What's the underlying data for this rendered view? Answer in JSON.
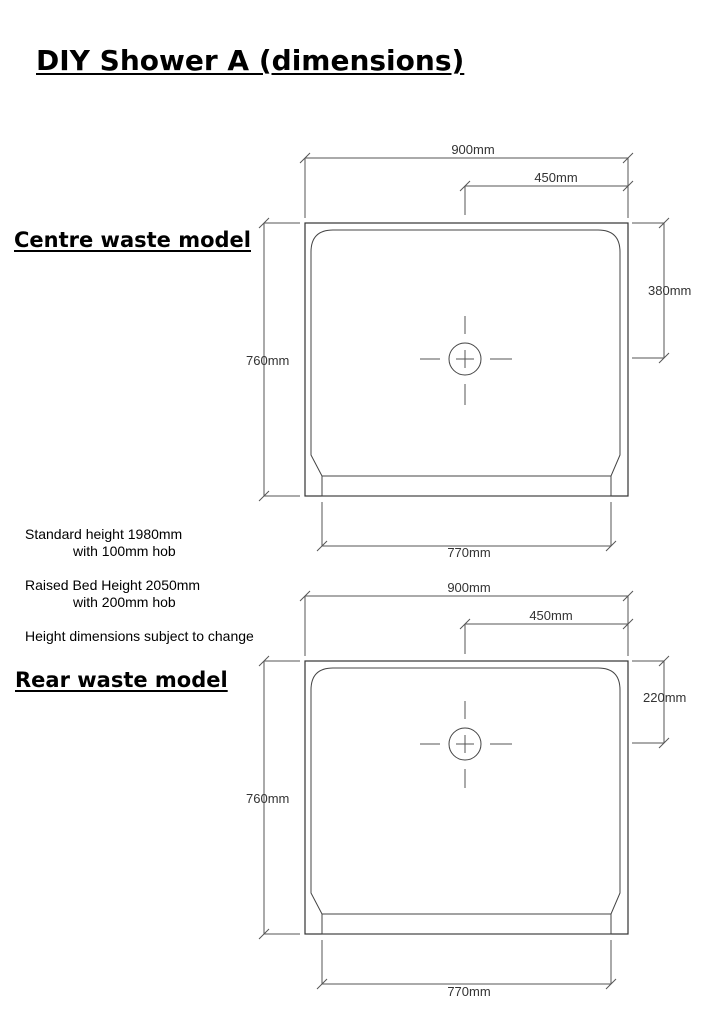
{
  "title": "DIY Shower A (dimensions)",
  "models": {
    "centre": {
      "heading": "Centre waste model",
      "width": "900mm",
      "half_width": "450mm",
      "waste_offset": "380mm",
      "depth": "760mm",
      "inner_width": "770mm"
    },
    "rear": {
      "heading": "Rear waste model",
      "width": "900mm",
      "half_width": "450mm",
      "waste_offset": "220mm",
      "depth": "760mm",
      "inner_width": "770mm"
    }
  },
  "notes": {
    "standard_line1": "Standard height 1980mm",
    "standard_line2": "with 100mm hob",
    "raised_line1": "Raised Bed Height 2050mm",
    "raised_line2": "with 200mm hob",
    "disclaimer": "Height dimensions subject to change"
  }
}
